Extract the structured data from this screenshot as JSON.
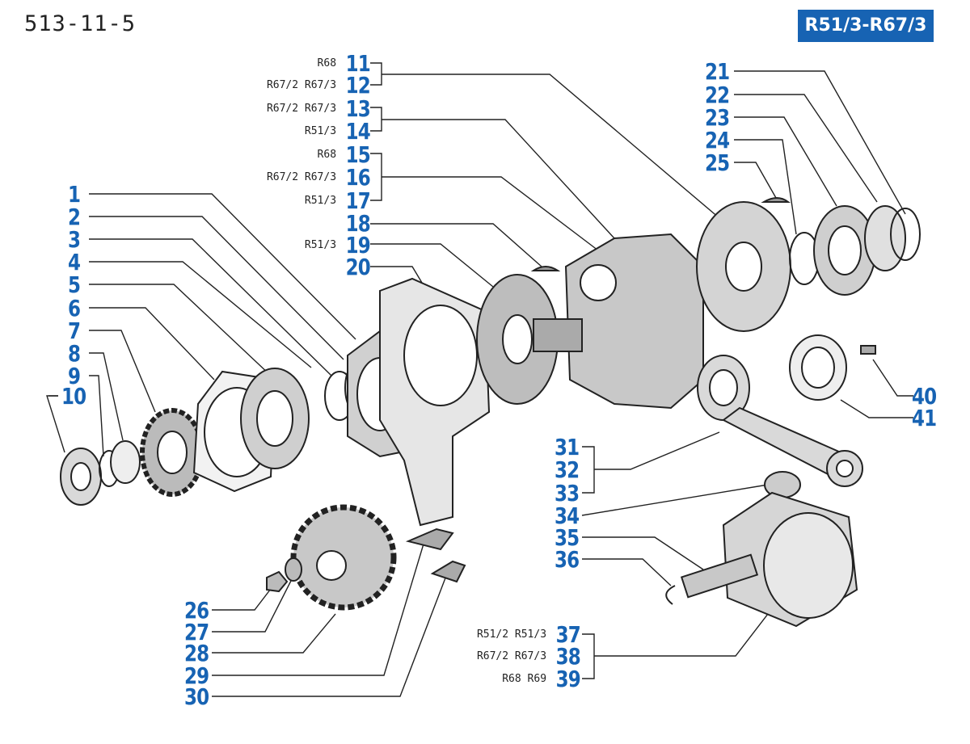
{
  "doc_code": "513-11-5",
  "model_badge": "R51/3-R67/3",
  "callouts": [
    {
      "num": "1",
      "qual": ""
    },
    {
      "num": "2",
      "qual": ""
    },
    {
      "num": "3",
      "qual": ""
    },
    {
      "num": "4",
      "qual": ""
    },
    {
      "num": "5",
      "qual": ""
    },
    {
      "num": "6",
      "qual": ""
    },
    {
      "num": "7",
      "qual": ""
    },
    {
      "num": "8",
      "qual": ""
    },
    {
      "num": "9",
      "qual": ""
    },
    {
      "num": "10",
      "qual": ""
    },
    {
      "num": "11",
      "qual": "R68"
    },
    {
      "num": "12",
      "qual": "R67/2 R67/3"
    },
    {
      "num": "13",
      "qual": "R67/2 R67/3"
    },
    {
      "num": "14",
      "qual": "R51/3"
    },
    {
      "num": "15",
      "qual": "R68"
    },
    {
      "num": "16",
      "qual": "R67/2 R67/3"
    },
    {
      "num": "17",
      "qual": "R51/3"
    },
    {
      "num": "18",
      "qual": ""
    },
    {
      "num": "19",
      "qual": "R51/3"
    },
    {
      "num": "20",
      "qual": ""
    },
    {
      "num": "21",
      "qual": ""
    },
    {
      "num": "22",
      "qual": ""
    },
    {
      "num": "23",
      "qual": ""
    },
    {
      "num": "24",
      "qual": ""
    },
    {
      "num": "25",
      "qual": ""
    },
    {
      "num": "26",
      "qual": ""
    },
    {
      "num": "27",
      "qual": ""
    },
    {
      "num": "28",
      "qual": ""
    },
    {
      "num": "29",
      "qual": ""
    },
    {
      "num": "30",
      "qual": ""
    },
    {
      "num": "31",
      "qual": ""
    },
    {
      "num": "32",
      "qual": ""
    },
    {
      "num": "33",
      "qual": ""
    },
    {
      "num": "34",
      "qual": ""
    },
    {
      "num": "35",
      "qual": ""
    },
    {
      "num": "36",
      "qual": ""
    },
    {
      "num": "37",
      "qual": "R51/2 R51/3"
    },
    {
      "num": "38",
      "qual": "R67/2 R67/3"
    },
    {
      "num": "39",
      "qual": "R68 R69"
    },
    {
      "num": "40",
      "qual": ""
    },
    {
      "num": "41",
      "qual": ""
    }
  ],
  "colors": {
    "accent": "#1763b3",
    "line": "#222222"
  }
}
